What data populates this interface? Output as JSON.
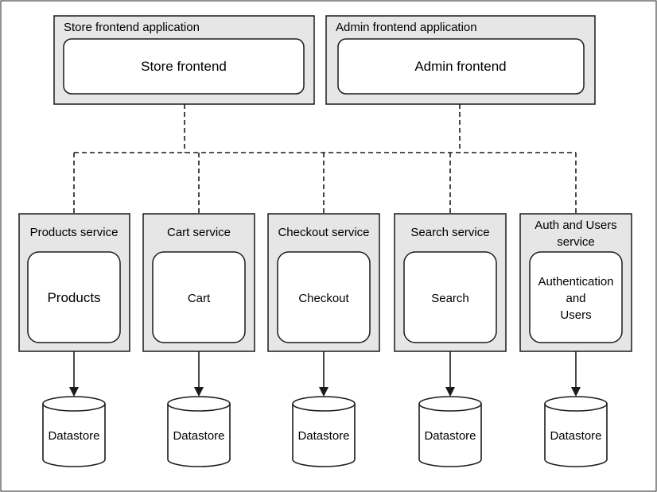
{
  "frontends": [
    {
      "app_label": "Store frontend application",
      "inner_label": "Store frontend"
    },
    {
      "app_label": "Admin frontend application",
      "inner_label": "Admin frontend"
    }
  ],
  "services": [
    {
      "label_lines": [
        "Products service"
      ],
      "inner_lines": [
        "Products"
      ],
      "datastore": "Datastore"
    },
    {
      "label_lines": [
        "Cart service"
      ],
      "inner_lines": [
        "Cart"
      ],
      "datastore": "Datastore"
    },
    {
      "label_lines": [
        "Checkout service"
      ],
      "inner_lines": [
        "Checkout"
      ],
      "datastore": "Datastore"
    },
    {
      "label_lines": [
        "Search service"
      ],
      "inner_lines": [
        "Search"
      ],
      "datastore": "Datastore"
    },
    {
      "label_lines": [
        "Auth and Users",
        "service"
      ],
      "inner_lines": [
        "Authentication",
        "and",
        "Users"
      ],
      "datastore": "Datastore"
    }
  ]
}
